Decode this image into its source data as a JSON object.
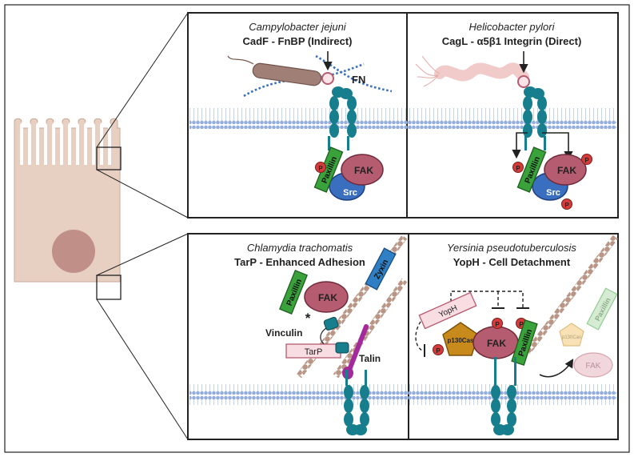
{
  "panels": {
    "top_left": {
      "organism": "Campylobacter jejuni",
      "title": "CadF - FnBP (Indirect)"
    },
    "top_right": {
      "organism": "Helicobacter pylori",
      "title": "CagL - α5β1 Integrin (Direct)"
    },
    "bottom_left": {
      "organism": "Chlamydia trachomatis",
      "title": "TarP - Enhanced Adhesion"
    },
    "bottom_right": {
      "organism": "Yersinia pseudotuberculosis",
      "title": "YopH - Cell Detachment"
    }
  },
  "labels": {
    "fn": "FN",
    "fak": "FAK",
    "src": "Src",
    "paxillin": "Paxillin",
    "p": "P",
    "zyxin": "Zyxin",
    "vinculin": "Vinculin",
    "tarp": "TarP",
    "talin": "Talin",
    "yoph": "YopH",
    "p130cas": "p130Cas",
    "asterisk": "*"
  },
  "colors": {
    "cell": "#e7cfc1",
    "nucleus": "#c08f87",
    "membrane": "#93aedc",
    "integrin": "#167e8c",
    "fak": "#b65c70",
    "src": "#3a6fc0",
    "paxillin": "#3aa23a",
    "phospho": "#d63b3b",
    "actin": "#b89585",
    "zyxin": "#2e7fc4",
    "talin": "#a42a9c",
    "p130cas": "#c98a1c",
    "yoph_fill": "#f8dde3"
  }
}
